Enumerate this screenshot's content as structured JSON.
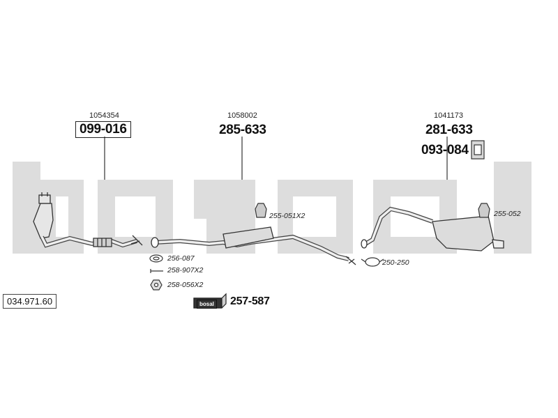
{
  "watermark": {
    "text": "bosal",
    "color": "#dddddd"
  },
  "catalog_number": "034.971.60",
  "groups": [
    {
      "oe_number": "1054354",
      "part_number": "099-016"
    },
    {
      "oe_number": "1058002",
      "part_number": "285-633"
    },
    {
      "oe_number": "1041173",
      "part_number": "281-633"
    }
  ],
  "bracket_part": "093-084",
  "hardware": [
    {
      "code": "256-087"
    },
    {
      "code": "258-907X2"
    },
    {
      "code": "258-056X2"
    },
    {
      "code": "255-051X2"
    },
    {
      "code": "250-250"
    },
    {
      "code": "255-052"
    }
  ],
  "kit": {
    "brand_label": "bosal",
    "part_number": "257-587"
  }
}
